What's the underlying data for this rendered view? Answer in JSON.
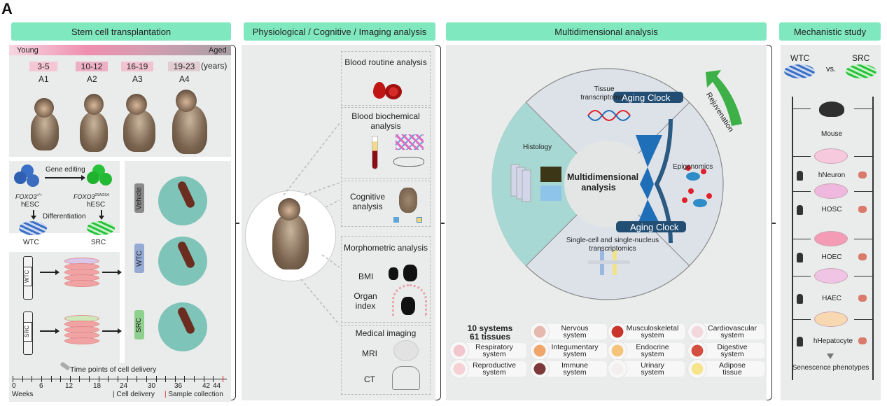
{
  "panel_letter": "A",
  "sections": {
    "transplant": {
      "header": "Stem cell transplantation",
      "age_gradient": {
        "start": "Young",
        "end": "Aged"
      },
      "age_groups": [
        {
          "range": "3-5",
          "label": "A1"
        },
        {
          "range": "10-12",
          "label": "A2"
        },
        {
          "range": "16-19",
          "label": "A3"
        },
        {
          "range": "19-23",
          "label": "A4"
        }
      ],
      "age_unit": "(years)",
      "gene_editing": {
        "arrow_label": "Gene editing",
        "left_gene": "FOXO3",
        "left_sup": "+/+",
        "right_gene": "FOXO3",
        "right_sup": "2SA/2SA",
        "left_cell": "hESC",
        "right_cell": "hESC",
        "diff_label": "Differentiation",
        "left_product": "WTC",
        "right_product": "SRC"
      },
      "vials": [
        "WTC",
        "SRC"
      ],
      "groups": [
        "Vehicle",
        "WTC",
        "SRC"
      ],
      "timeline": {
        "title": "Time points of cell delivery",
        "ticks": [
          "0",
          "6",
          "12",
          "18",
          "24",
          "30",
          "36",
          "42",
          "44"
        ],
        "unit": "Weeks",
        "legend_delivery": "Cell delivery",
        "legend_collection": "Sample collection"
      }
    },
    "physio": {
      "header": "Physiological  / Cognitive / Imaging analysis",
      "boxes": [
        {
          "title": "Blood routine analysis"
        },
        {
          "title": "Blood biochemical analysis"
        },
        {
          "title": "Cognitive analysis"
        },
        {
          "title": "Morphometric analysis",
          "items": [
            "BMI",
            "Organ index"
          ]
        },
        {
          "title": "Medical imaging",
          "items": [
            "MRI",
            "CT"
          ]
        }
      ]
    },
    "multi": {
      "header": "Multidimensional analysis",
      "center": "Multidimensional analysis",
      "segments": [
        "Tissue transcriptomics",
        "Histology",
        "Epigenomics",
        "Single-cell and single-nucleus transcriptomics"
      ],
      "clock_top": "Aging Clock",
      "clock_bottom": "Aging Clock",
      "rejuvenation": "Rejuvenation",
      "summary_line1": "10 systems",
      "summary_line2": "61 tissues",
      "systems": [
        [
          "Nervous",
          "system"
        ],
        [
          "Musculoskeletal",
          "system"
        ],
        [
          "Cardiovascular",
          "system"
        ],
        [
          "Respiratory",
          "system"
        ],
        [
          "Integumentary",
          "system"
        ],
        [
          "Endocrine",
          "system"
        ],
        [
          "Digestive",
          "system"
        ],
        [
          "Reproductive",
          "system"
        ],
        [
          "Immune",
          "system"
        ],
        [
          "Urinary",
          "system"
        ],
        [
          "Adipose",
          "tissue"
        ]
      ]
    },
    "mech": {
      "header": "Mechanistic study",
      "left": "WTC",
      "vs": "vs.",
      "right": "SRC",
      "models": [
        "Mouse",
        "hNeuron",
        "HOSC",
        "HOEC",
        "HAEC",
        "hHepatocyte"
      ],
      "footer": "Senescence phenotypes"
    }
  },
  "colors": {
    "header_bg": "#7fe8bf",
    "panel_bg": "#e9ecea",
    "wtc_blue": "#3a6fc7",
    "src_green": "#27c23a",
    "teal": "#7fc4b8",
    "clock_blue": "#1f6fb8",
    "sample_red": "#e0202a"
  }
}
